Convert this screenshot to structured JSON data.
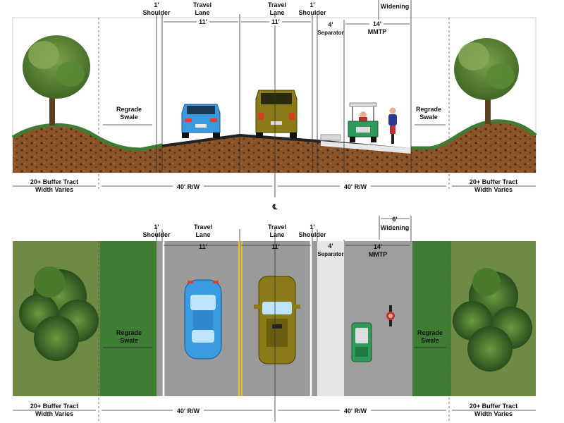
{
  "section": {
    "shoulder_left": "1'",
    "shoulder_left_name": "Shoulder",
    "travel_lane_1": "Travel",
    "travel_lane_1b": "Lane",
    "travel_lane_1_width": "11'",
    "travel_lane_2": "Travel",
    "travel_lane_2b": "Lane",
    "travel_lane_2_width": "11'",
    "shoulder_right": "1'",
    "shoulder_right_name": "Shoulder",
    "separator_width": "4'",
    "separator_name": "Separator",
    "mmtp_width": "14'",
    "mmtp_name": "MMTP",
    "widening_name": "Widening",
    "regrade_left_1": "Regrade",
    "regrade_left_2": "Swale",
    "regrade_right_1": "Regrade",
    "regrade_right_2": "Swale",
    "buffer_left_1": "20+ Buffer Tract",
    "buffer_left_2": "Width Varies",
    "buffer_right_1": "20+ Buffer Tract",
    "buffer_right_2": "Width Varies",
    "rw_left": "40' R/W",
    "rw_right": "40' R/W",
    "centerline": "℄"
  },
  "plan": {
    "shoulder_left": "1'",
    "shoulder_left_name": "Shoulder",
    "travel_lane_1": "Travel",
    "travel_lane_1b": "Lane",
    "travel_lane_1_width": "11'",
    "travel_lane_2": "Travel",
    "travel_lane_2b": "Lane",
    "travel_lane_2_width": "11'",
    "shoulder_right": "1'",
    "shoulder_right_name": "Shoulder",
    "separator_width": "4'",
    "separator_name": "Separator",
    "mmtp_width": "14'",
    "mmtp_name": "MMTP",
    "widening_width": "6'",
    "widening_name": "Widening",
    "regrade_left_1": "Regrade",
    "regrade_left_2": "Swale",
    "regrade_right_1": "Regrade",
    "regrade_right_2": "Swale",
    "buffer_left_1": "20+ Buffer Tract",
    "buffer_left_2": "Width Varies",
    "buffer_right_1": "20+ Buffer Tract",
    "buffer_right_2": "Width Varies",
    "rw_left": "40' R/W",
    "rw_right": "40' R/W"
  },
  "colors": {
    "soil": "#7a4a22",
    "grass": "#3f7d35",
    "pavement": "#9a9a9a",
    "separator": "#e6e6e6",
    "buffer": "#6e8a45",
    "car_blue": "#3a9ae0",
    "van_olive": "#8a7a18",
    "cart_green": "#2f9a5a"
  }
}
